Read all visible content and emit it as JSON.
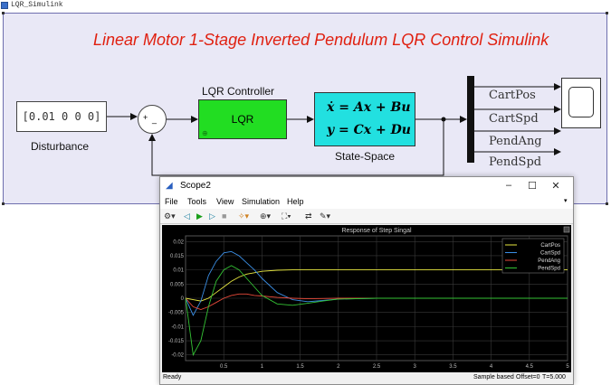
{
  "app": {
    "title": "LQR_Simulink"
  },
  "model": {
    "title": "Linear Motor 1-Stage Inverted Pendulum LQR Control Simulink",
    "constant_value": "[0.01 0 0 0]",
    "constant_label": "Disturbance",
    "sum_signs": [
      "+",
      "_"
    ],
    "controller_title": "LQR Controller",
    "controller_body": "LQR",
    "ss_eq1": "ẋ = Ax + Bu",
    "ss_eq2": "y = Cx + Du",
    "ss_label": "State-Space",
    "signals": [
      "CartPos",
      "CartSpd",
      "PendAng",
      "PendSpd"
    ]
  },
  "scope": {
    "window_title": "Scope2",
    "menu": [
      "File",
      "Tools",
      "View",
      "Simulation",
      "Help"
    ],
    "status_left": "Ready",
    "status_mode": "Sample based",
    "status_offset": "Offset=0",
    "status_time": "T=5.000"
  },
  "chart_data": {
    "type": "line",
    "title": "Response of Step Singal",
    "xlabel": "",
    "ylabel": "",
    "xlim": [
      0,
      5
    ],
    "ylim": [
      -0.022,
      0.022
    ],
    "xticks": [
      "0.5",
      "1",
      "1.5",
      "2",
      "2.5",
      "3",
      "3.5",
      "4",
      "4.5",
      "5"
    ],
    "yticks": [
      "0.02",
      "0.015",
      "0.01",
      "0.005",
      "0",
      "-0.005",
      "-0.01",
      "-0.015",
      "-0.02"
    ],
    "grid": true,
    "legend_position": "top-right",
    "x": [
      0,
      0.1,
      0.2,
      0.3,
      0.4,
      0.5,
      0.6,
      0.7,
      0.8,
      0.9,
      1.0,
      1.2,
      1.4,
      1.6,
      1.8,
      2.0,
      2.5,
      3.0,
      4.0,
      5.0
    ],
    "series": [
      {
        "name": "CartPos",
        "color": "#e8e840",
        "values": [
          0.0,
          -0.0005,
          -0.001,
          0.0,
          0.002,
          0.004,
          0.006,
          0.0075,
          0.0085,
          0.009,
          0.0095,
          0.0099,
          0.01,
          0.01,
          0.01,
          0.01,
          0.01,
          0.01,
          0.01,
          0.01
        ]
      },
      {
        "name": "CartSpd",
        "color": "#3b8fe6",
        "values": [
          0.0,
          -0.006,
          -0.001,
          0.008,
          0.013,
          0.016,
          0.0165,
          0.015,
          0.0125,
          0.01,
          0.007,
          0.002,
          -0.0005,
          -0.0012,
          -0.0008,
          -0.0003,
          0.0,
          0.0,
          0.0,
          0.0
        ]
      },
      {
        "name": "PendAng",
        "color": "#e84a3a",
        "values": [
          0.0,
          -0.003,
          -0.004,
          -0.003,
          -0.0015,
          0.0,
          0.001,
          0.0015,
          0.0015,
          0.001,
          0.0008,
          0.0003,
          0.0,
          -0.0002,
          -0.0001,
          0.0,
          0.0,
          0.0,
          0.0,
          0.0
        ]
      },
      {
        "name": "PendSpd",
        "color": "#34c234",
        "values": [
          0.0,
          -0.02,
          -0.015,
          -0.003,
          0.006,
          0.01,
          0.0115,
          0.01,
          0.007,
          0.004,
          0.001,
          -0.002,
          -0.0025,
          -0.0018,
          -0.001,
          -0.0003,
          0.0,
          0.0,
          0.0,
          0.0
        ]
      }
    ]
  }
}
